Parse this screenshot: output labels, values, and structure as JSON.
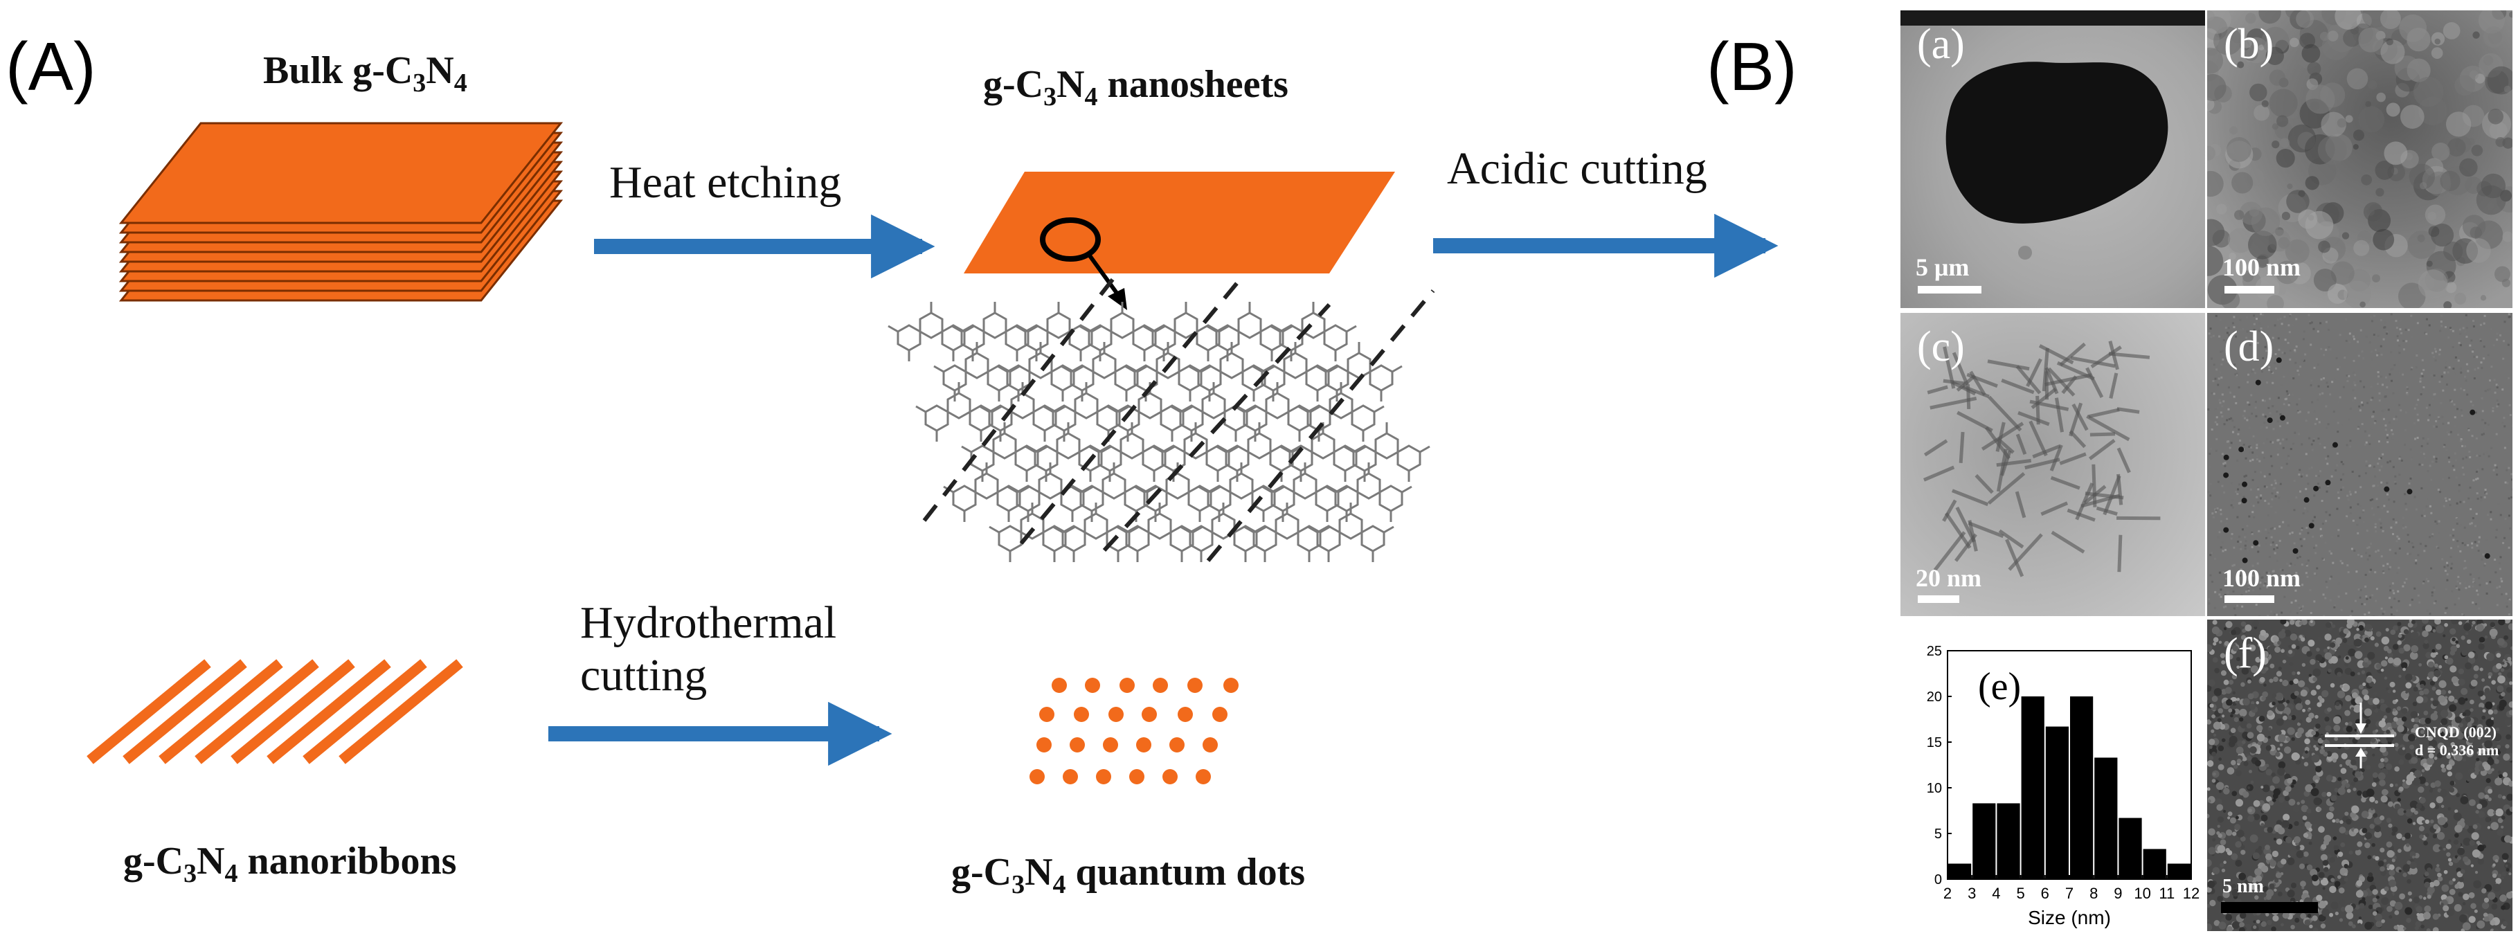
{
  "panel_a": {
    "label": "(A)",
    "bulk": {
      "pre": "Bulk g-C",
      "sub1": "3",
      "mid": "N",
      "sub2": "4",
      "post": ""
    },
    "nanosheets": {
      "pre": "g-C",
      "sub1": "3",
      "mid": "N",
      "sub2": "4",
      "post": " nanosheets"
    },
    "nanoribbons": {
      "pre": "g-C",
      "sub1": "3",
      "mid": "N",
      "sub2": "4",
      "post": " nanoribbons"
    },
    "quantum_dots": {
      "pre": "g-C",
      "sub1": "3",
      "mid": "N",
      "sub2": "4",
      "post": " quantum dots"
    },
    "arrows": {
      "heat_etching": "Heat etching",
      "acidic_cutting": "Acidic cutting",
      "hydrothermal_line1": "Hydrothermal",
      "hydrothermal_line2": "cutting"
    },
    "colors": {
      "orange": "#F26A1B",
      "arrow": "#2C74B8"
    }
  },
  "panel_b": {
    "label": "(B)",
    "images": {
      "a": {
        "label": "(a)",
        "scale": "5 μm"
      },
      "b": {
        "label": "(b)",
        "scale": "100 nm"
      },
      "c": {
        "label": "(c)",
        "scale": "20 nm"
      },
      "d": {
        "label": "(d)",
        "scale": "100 nm"
      },
      "f": {
        "label": "(f)",
        "scale": "5 nm",
        "ann1": "CNQD (002)",
        "ann2": "d = 0.336 nm"
      }
    },
    "histogram_label": "(e)"
  },
  "chart_data": {
    "type": "bar",
    "title": "",
    "xlabel": "Size (nm)",
    "ylabel": "",
    "categories": [
      2.5,
      3.5,
      4.5,
      5.5,
      6.5,
      7.5,
      8.5,
      9.5,
      10.5,
      11.5
    ],
    "values": [
      1.7,
      8.3,
      8.3,
      20,
      16.7,
      20,
      13.3,
      6.7,
      3.3,
      1.7
    ],
    "xlim": [
      2,
      12
    ],
    "ylim": [
      0,
      25
    ],
    "xticks": [
      "2",
      "3",
      "4",
      "5",
      "6",
      "7",
      "8",
      "9",
      "10",
      "11",
      "12"
    ],
    "yticks": [
      "0",
      "5",
      "10",
      "15",
      "20",
      "25"
    ],
    "bar_color": "#000000",
    "grid": false
  }
}
